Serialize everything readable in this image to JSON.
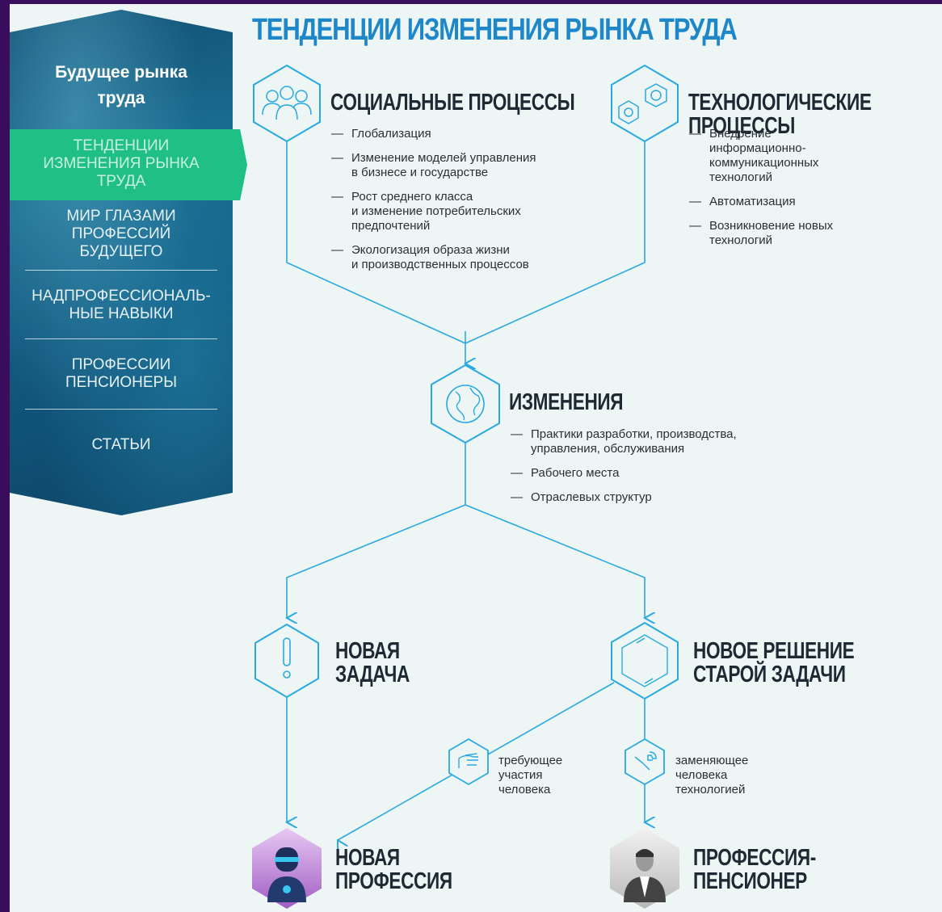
{
  "sidebar": {
    "title": "Будущее рынка\nтруда",
    "items": [
      {
        "label": "ТЕНДЕНЦИИ\nИЗМЕНЕНИЯ РЫНКА\nТРУДА",
        "active": true
      },
      {
        "label": "МИР ГЛАЗАМИ\nПРОФЕССИЙ\nБУДУЩЕГО"
      },
      {
        "label": "НАДПРОФЕССИОНАЛЬ-\nНЫЕ НАВЫКИ"
      },
      {
        "label": "ПРОФЕССИИ\nПЕНСИОНЕРЫ"
      },
      {
        "label": "СТАТЬИ"
      }
    ]
  },
  "diagram": {
    "title": "ТЕНДЕНЦИИ ИЗМЕНЕНИЯ РЫНКА ТРУДА",
    "social": {
      "heading": "СОЦИАЛЬНЫЕ ПРОЦЕССЫ",
      "items": [
        "Глобализация",
        "Изменение моделей управления\nв бизнесе и государстве",
        "Рост среднего класса\nи изменение потребительских\nпредпочтений",
        "Экологизация образа жизни\nи производственных процессов"
      ]
    },
    "tech": {
      "heading": "ТЕХНОЛОГИЧЕСКИЕ ПРОЦЕССЫ",
      "items": [
        "Внедрение\nинформационно-\nкоммуникационных\nтехнологий",
        "Автоматизация",
        "Возникновение новых\nтехнологий"
      ]
    },
    "changes": {
      "heading": "ИЗМЕНЕНИЯ",
      "items": [
        "Практики разработки, производства,\nуправления, обслуживания",
        "Рабочего места",
        "Отраслевых структур"
      ]
    },
    "new_task": "НОВАЯ\nЗАДАЧА",
    "new_solution": "НОВОЕ РЕШЕНИЕ\nСТАРОЙ ЗАДАЧИ",
    "requires_human": "требующее\nучастия\nчеловека",
    "replaces_human": "заменяющее\nчеловека\nтехнологией",
    "new_profession": "НОВАЯ\nПРОФЕССИЯ",
    "pensioner_profession": "ПРОФЕССИЯ-\nПЕНСИОНЕР"
  },
  "colors": {
    "accent": "#29a9e1",
    "title": "#1e87c9",
    "active": "#1fbf86",
    "sidebar": "#12587e",
    "frame": "#3a0d5e"
  },
  "icons": [
    "people-icon",
    "hexagons-icon",
    "globe-icon",
    "exclamation-icon",
    "cycle-icon",
    "hand-icon",
    "wrench-icon",
    "robot-avatar-icon",
    "businessman-avatar-icon"
  ]
}
